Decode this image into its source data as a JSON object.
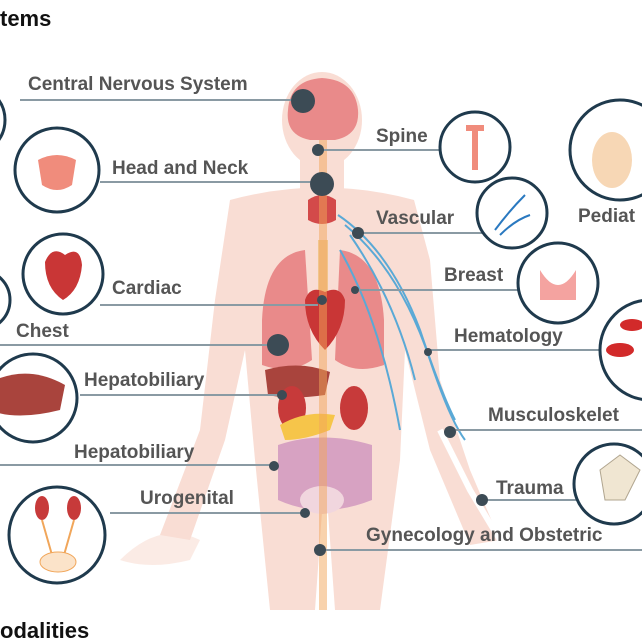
{
  "headings": {
    "top": "tems",
    "bottom": "odalities"
  },
  "labels": {
    "cns": "Central Nervous System",
    "head_neck": "Head and Neck",
    "cardiac": "Cardiac",
    "chest": "Chest",
    "hepatobiliary_1": "Hepatobiliary",
    "hepatobiliary_2": "Hepatobiliary",
    "urogenital": "Urogenital",
    "spine": "Spine",
    "vascular": "Vascular",
    "pediatric": "Pediat",
    "breast": "Breast",
    "hematology": "Hematology",
    "musculoskeletal": "Musculoskelet",
    "trauma": "Trauma",
    "gyn": "Gynecology and Obstetric"
  },
  "colors": {
    "body": "#f9ddd4",
    "organ_red": "#d9534f",
    "lung": "#e98a8a",
    "line": "#8a9aa3",
    "ring": "#1f3a4d",
    "vessel": "#5aa9d6",
    "node": "#3c4b55"
  },
  "icons": [
    "brain-icon",
    "thyroid-icon",
    "heart-icon",
    "liver-icon",
    "kidney-icon",
    "spine-icon",
    "vessel-icon",
    "baby-icon",
    "breast-icon",
    "blood-cell-icon",
    "hand-bone-icon"
  ]
}
